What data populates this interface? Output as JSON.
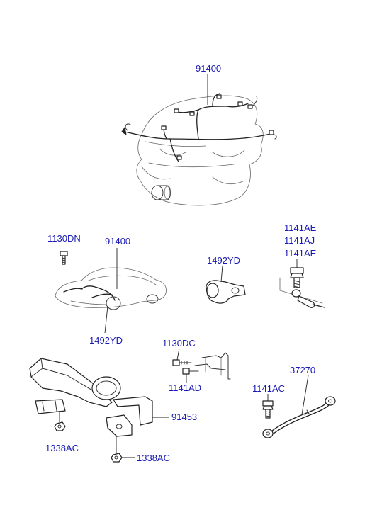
{
  "labels": {
    "engine_harness": "91400",
    "body_harness": "91400",
    "clip_body": "1492YD",
    "clip_detail": "1492YD",
    "bolt_body": "1130DN",
    "bolt_ae_top": "1141AE",
    "bolt_aj": "1141AJ",
    "bolt_ae_bottom": "1141AE",
    "bolt_dc": "1130DC",
    "bolt_ad": "1141AD",
    "ground_cable": "37270",
    "bolt_ac": "1141AC",
    "bracket": "91453",
    "nut_left": "1338AC",
    "nut_right": "1338AC"
  }
}
